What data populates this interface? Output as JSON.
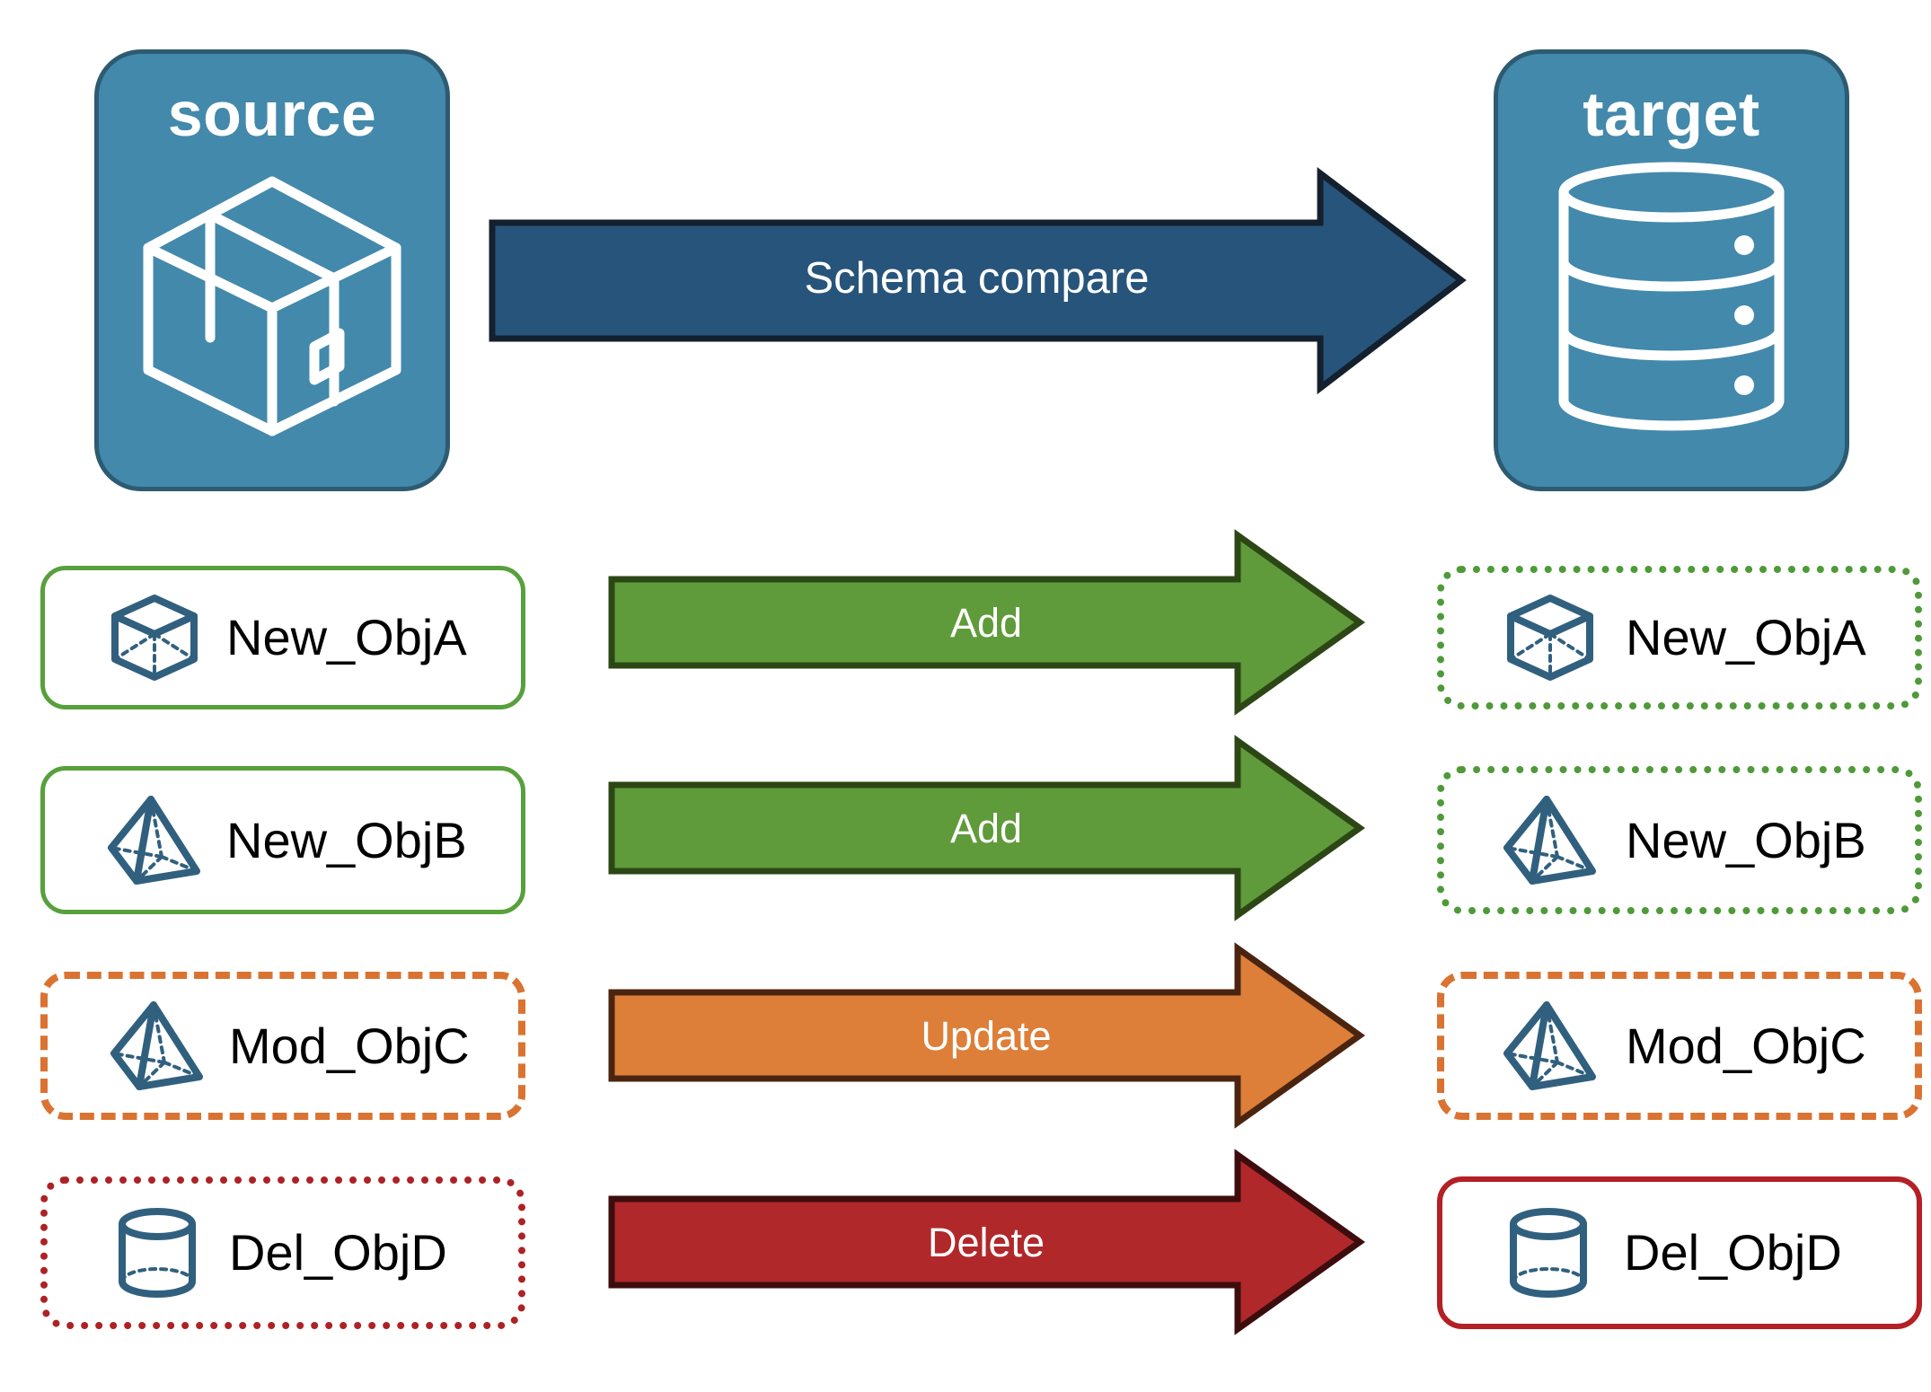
{
  "diagram": {
    "title_hidden": "",
    "colors": {
      "panel_fill": "#4389ab",
      "panel_stroke": "#2d5b72",
      "schema_arrow_fill": "#27547a",
      "schema_arrow_stroke": "#14202e",
      "add_fill": "#5f9b3a",
      "add_stroke": "#2c4715",
      "update_fill": "#dd7f39",
      "update_stroke": "#4b2410",
      "delete_fill": "#b0282a",
      "delete_stroke": "#3d0d0e",
      "icon_blue": "#31607f",
      "green_border": "#57a03c",
      "orange_border": "#da7331",
      "red_border": "#b32025",
      "label_text": "#000000"
    }
  },
  "endpoints": {
    "source": {
      "label": "source",
      "icon": "package-box-icon"
    },
    "target": {
      "label": "target",
      "icon": "database-cylinder-icon"
    }
  },
  "main_arrow": {
    "label": "Schema compare",
    "direction": "right"
  },
  "rows": [
    {
      "source_object": {
        "label": "New_ObjA",
        "icon": "wireframe-cube-icon"
      },
      "action": {
        "label": "Add"
      },
      "target_object": {
        "label": "New_ObjA",
        "icon": "wireframe-cube-icon"
      }
    },
    {
      "source_object": {
        "label": "New_ObjB",
        "icon": "wireframe-pyramid-icon"
      },
      "action": {
        "label": "Add"
      },
      "target_object": {
        "label": "New_ObjB",
        "icon": "wireframe-pyramid-icon"
      }
    },
    {
      "source_object": {
        "label": "Mod_ObjC",
        "icon": "wireframe-pyramid-icon"
      },
      "action": {
        "label": "Update"
      },
      "target_object": {
        "label": "Mod_ObjC",
        "icon": "wireframe-pyramid-icon"
      }
    },
    {
      "source_object": {
        "label": "Del_ObjD",
        "icon": "wireframe-cylinder-icon"
      },
      "action": {
        "label": "Delete"
      },
      "target_object": {
        "label": "Del_ObjD",
        "icon": "wireframe-cylinder-icon"
      }
    }
  ]
}
